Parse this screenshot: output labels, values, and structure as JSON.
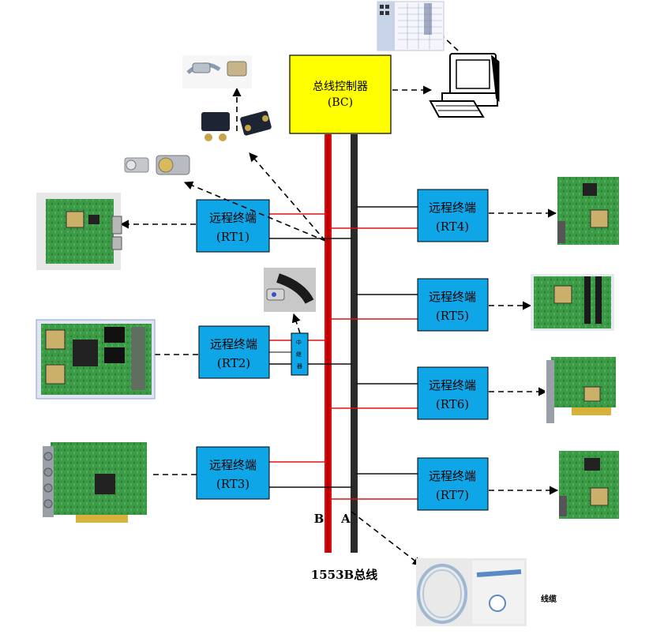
{
  "controller": {
    "title": "总线控制器",
    "subtitle": "(BC)"
  },
  "terminals": [
    {
      "id": "rt1",
      "title": "远程终端",
      "code": "(RT1)"
    },
    {
      "id": "rt2",
      "title": "远程终端",
      "code": "(RT2)"
    },
    {
      "id": "rt3",
      "title": "远程终端",
      "code": "(RT3)"
    },
    {
      "id": "rt4",
      "title": "远程终端",
      "code": "(RT4)"
    },
    {
      "id": "rt5",
      "title": "远程终端",
      "code": "(RT5)"
    },
    {
      "id": "rt6",
      "title": "远程终端",
      "code": "(RT6)"
    },
    {
      "id": "rt7",
      "title": "远程终端",
      "code": "(RT7)"
    }
  ],
  "repeater": {
    "label": "中继器"
  },
  "bus": {
    "label_b": "B",
    "label_a": "A",
    "caption": "1553B总线"
  },
  "cable": {
    "label": "线缆"
  },
  "colors": {
    "controller_fill": "#ffff00",
    "terminal_fill": "#0fa6e8",
    "bus_b": "#e01010",
    "bus_a": "#222222",
    "stub_red": "#e01010",
    "stub_black": "#111111",
    "pcb_green": "#2e8b3a"
  },
  "icons": {
    "computer": "computer-icon",
    "screenshot": "software-screenshot-icon",
    "connectors": "connector-photo-icon",
    "boards": "circuit-board-photo-icon",
    "cable": "cable-photo-icon"
  }
}
